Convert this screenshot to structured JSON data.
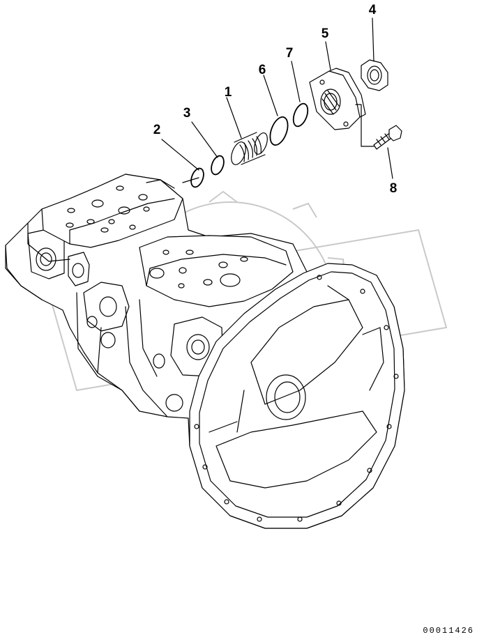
{
  "callouts": [
    {
      "id": "1",
      "label": "1"
    },
    {
      "id": "2",
      "label": "2"
    },
    {
      "id": "3",
      "label": "3"
    },
    {
      "id": "4",
      "label": "4"
    },
    {
      "id": "5",
      "label": "5"
    },
    {
      "id": "6",
      "label": "6"
    },
    {
      "id": "7",
      "label": "7"
    },
    {
      "id": "8",
      "label": "8"
    }
  ],
  "document_number": "00011426",
  "colors": {
    "line": "#000000",
    "background": "#ffffff",
    "watermark": "#c9c9c9"
  }
}
